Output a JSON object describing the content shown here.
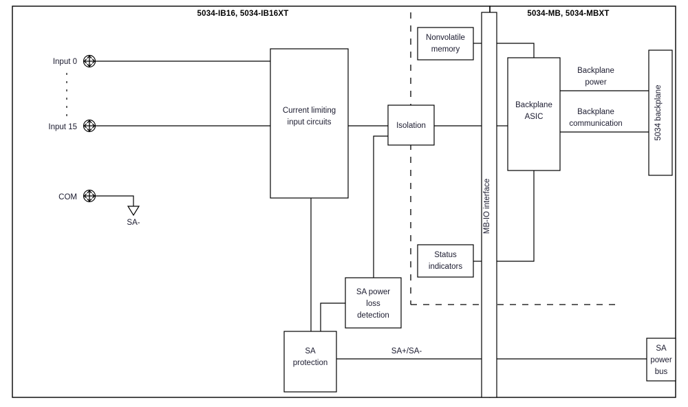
{
  "diagram": {
    "type": "block-diagram",
    "title_left": "5034-IB16, 5034-IB16XT",
    "title_right": "5034-MB, 5034-MBXT",
    "background": "#ffffff",
    "line_color": "#000000",
    "text_color": "#1a1a2e"
  },
  "terminals": [
    {
      "id": "input0",
      "label": "Input 0",
      "icon": "screw-terminal-icon"
    },
    {
      "id": "input15",
      "label": "Input 15",
      "icon": "screw-terminal-icon"
    },
    {
      "id": "com",
      "label": "COM",
      "icon": "screw-terminal-icon"
    }
  ],
  "vertical_ellipsis": "dotted-line-between-input0-and-input15",
  "blocks": [
    {
      "id": "current-limiting",
      "line1": "Current limiting",
      "line2": "input circuits"
    },
    {
      "id": "isolation",
      "line1": "Isolation"
    },
    {
      "id": "nonvolatile-memory",
      "line1": "Nonvolatile",
      "line2": "memory"
    },
    {
      "id": "status-indicators",
      "line1": "Status",
      "line2": "indicators"
    },
    {
      "id": "sa-power-loss",
      "line1": "SA power",
      "line2": "loss",
      "line3": "detection"
    },
    {
      "id": "sa-protection",
      "line1": "SA",
      "line2": "protection"
    },
    {
      "id": "mb-io-interface",
      "line1": "MB-IO interface",
      "orientation": "vertical"
    },
    {
      "id": "backplane-asic",
      "line1": "Backplane",
      "line2": "ASIC"
    },
    {
      "id": "backplane-5034",
      "line1": "5034 backplane",
      "orientation": "vertical"
    },
    {
      "id": "sa-power-bus",
      "line1": "SA",
      "line2": "power",
      "line3": "bus"
    }
  ],
  "wire_labels": [
    {
      "id": "sa-minus",
      "text": "SA-"
    },
    {
      "id": "backplane-power",
      "text": "Backplane",
      "text2": "power"
    },
    {
      "id": "backplane-communication",
      "text": "Backplane",
      "text2": "communication"
    },
    {
      "id": "sa-plus-sa-minus",
      "text": "SA+/SA-"
    }
  ],
  "labels": {
    "input0": "Input 0",
    "input15": "Input 15",
    "com": "COM",
    "sa_minus": "SA-",
    "current_limiting_1": "Current limiting",
    "current_limiting_2": "input circuits",
    "isolation": "Isolation",
    "nonvolatile_1": "Nonvolatile",
    "nonvolatile_2": "memory",
    "status_1": "Status",
    "status_2": "indicators",
    "sa_power_loss_1": "SA power",
    "sa_power_loss_2": "loss",
    "sa_power_loss_3": "detection",
    "sa_protection_1": "SA",
    "sa_protection_2": "protection",
    "mb_io_interface": "MB-IO interface",
    "backplane_asic_1": "Backplane",
    "backplane_asic_2": "ASIC",
    "backplane_5034": "5034 backplane",
    "sa_power_bus_1": "SA",
    "sa_power_bus_2": "power",
    "sa_power_bus_3": "bus",
    "backplane_power_1": "Backplane",
    "backplane_power_2": "power",
    "backplane_comm_1": "Backplane",
    "backplane_comm_2": "communication",
    "sa_plus_minus": "SA+/SA-",
    "title_left": "5034-IB16, 5034-IB16XT",
    "title_right": "5034-MB, 5034-MBXT"
  }
}
